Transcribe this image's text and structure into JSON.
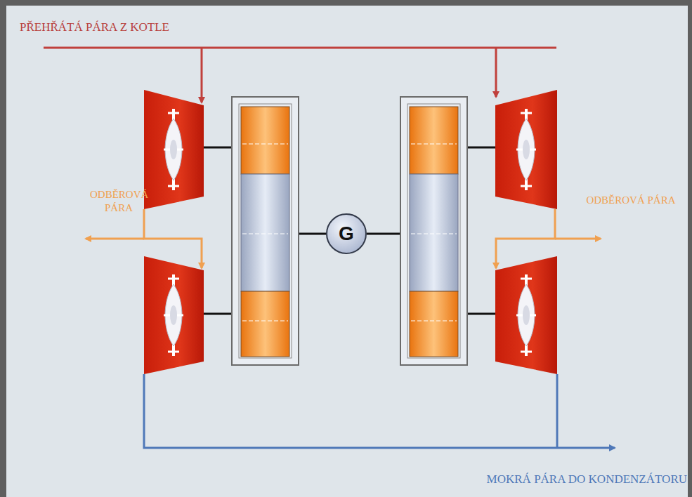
{
  "diagram": {
    "nodes": [
      {
        "text": [
          "G"
        ]
      }
    ],
    "labels": [
      "PŘEHŘÁTÁ PÁRA Z KOTLE",
      "ODBĚROVÁ PÁRA",
      "ODBĚROVÁ PÁRA",
      "MOKRÁ PÁRA DO KONDENZÁTORU"
    ]
  }
}
